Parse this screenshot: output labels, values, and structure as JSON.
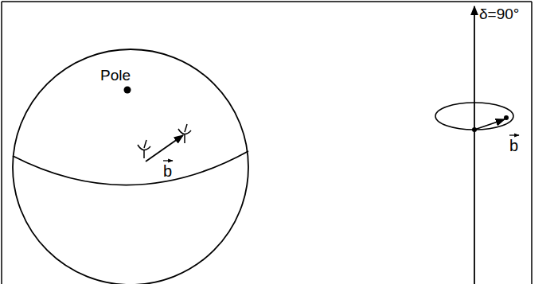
{
  "diagram": {
    "labels": [
      "Pole",
      "b",
      "δ=90°",
      "b"
    ]
  }
}
